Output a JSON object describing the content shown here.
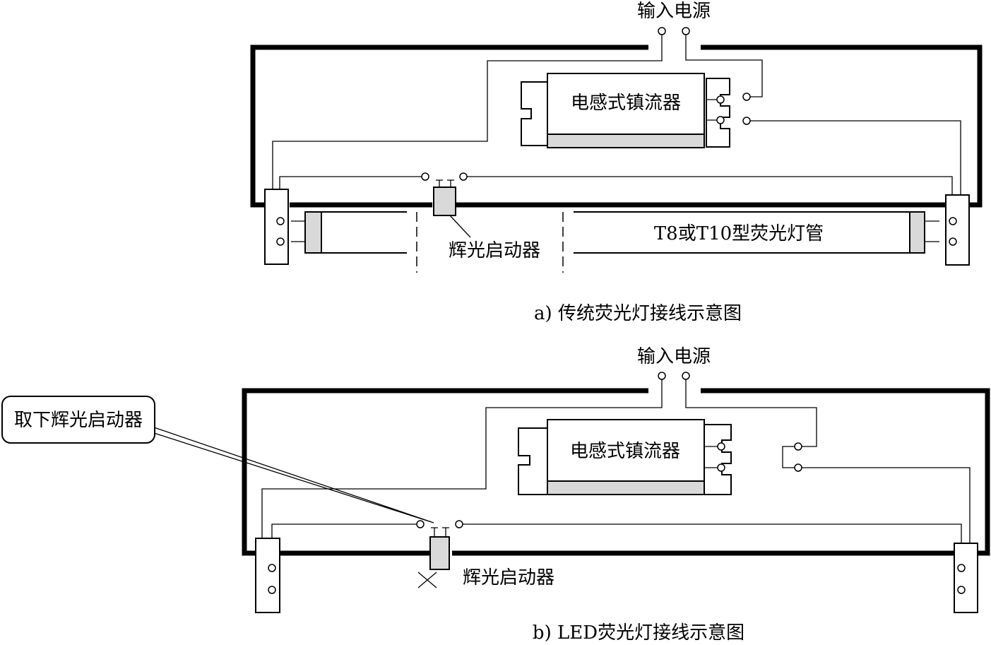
{
  "diagram_a": {
    "power_label": "输入电源",
    "ballast_label": "电感式镇流器",
    "starter_label": "辉光启动器",
    "tube_label": "T8或T10型荧光灯管",
    "caption": "a) 传统荧光灯接线示意图"
  },
  "diagram_b": {
    "power_label": "输入电源",
    "ballast_label": "电感式镇流器",
    "starter_label": "辉光启动器",
    "callout_label": "取下辉光启动器",
    "caption": "b) LED荧光灯接线示意图"
  },
  "colors": {
    "line": "#000000",
    "fill_gray": "#d9d9d9",
    "background": "#ffffff"
  }
}
